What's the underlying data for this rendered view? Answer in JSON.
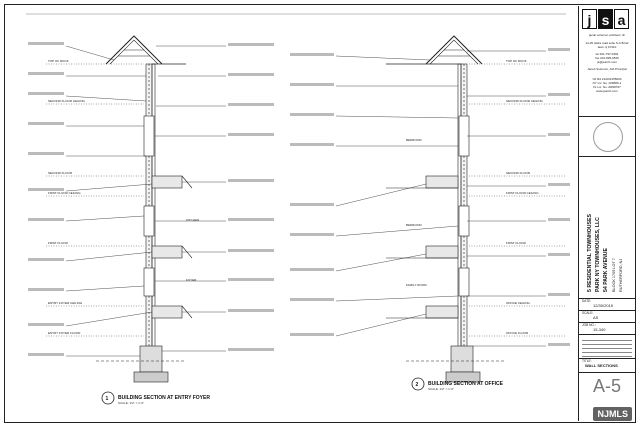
{
  "firm": {
    "logo_letters": [
      "j",
      "s",
      "a"
    ],
    "name": "jacob solomon architect, llc",
    "address": "14-25 plaza road suite S-3-B fair lawn nj 07410",
    "phone": "tel 201-797-0394",
    "fax": "fax 201-835-6545",
    "email": "js@jsarch.com",
    "principal": "Jacob Solomon, AIA Principal",
    "licenses": [
      "NJ RA 21AI01355000",
      "NY Lic. No. 028686-1",
      "FL Lic. No. AR98767",
      "www.jsarch.com"
    ]
  },
  "project": {
    "lines": [
      "5 RESIDENTIAL TOWNHOUSES",
      "PARK NY TOWNHOUSES, LLC",
      "54 PARK AVENUE",
      "BLOCK 1709  LOT 7",
      "RUTHERFORD, NJ"
    ]
  },
  "info": {
    "date_label": "DATE:",
    "date": "12/30/2015",
    "scale_label": "SCALE:",
    "scale": "AS",
    "job_label": "JOB NO.:",
    "job": "15-340",
    "title_label": "TITLE:",
    "title": "WALL SECTIONS"
  },
  "sheet_number": "A-5",
  "watermark": "NJMLS",
  "sections": [
    {
      "number": "1",
      "title": "BUILDING SECTION AT ENTRY FOYER",
      "scale": "SCALE: 1/2\" = 1'-0\""
    },
    {
      "number": "2",
      "title": "BUILDING SECTION AT OFFICE",
      "scale": "SCALE: 1/2\" = 1'-0\""
    }
  ],
  "room_labels": {
    "left": [
      "KITCHEN",
      "FOYER"
    ],
    "right": [
      "BEDROOM",
      "BEDROOM",
      "FAMILY ROOM"
    ]
  },
  "level_labels_left": [
    "TOP OF ROOF",
    "SECOND FLOOR CEILING",
    "SECOND FLOOR",
    "FIRST FLOOR CEILING",
    "FIRST FLOOR",
    "ENTRY FOYER CEILING",
    "ENTRY FOYER FLOOR"
  ],
  "level_labels_right": [
    "TOP OF ROOF",
    "SECOND FLOOR CEILING",
    "SECOND FLOOR",
    "FIRST FLOOR CEILING",
    "FIRST FLOOR",
    "OFFICE CEILING",
    "OFFICE FLOOR"
  ]
}
